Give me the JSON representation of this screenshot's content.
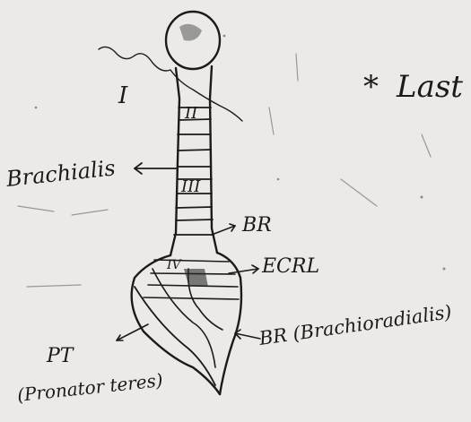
{
  "page": {
    "background": "#eceae6",
    "ink_color": "#1b1b1b"
  },
  "labels": {
    "header_star": "*",
    "header_text": "Last",
    "roman_one": "I",
    "roman_two": "II",
    "roman_three": "III",
    "roman_four": "IV",
    "brachialis": "Brachialis",
    "br_top": "BR",
    "ecrl": "ECRL",
    "br_full": "BR (Brachioradialis)",
    "pt": "PT",
    "pronator_teres": "(Pronator teres)"
  }
}
